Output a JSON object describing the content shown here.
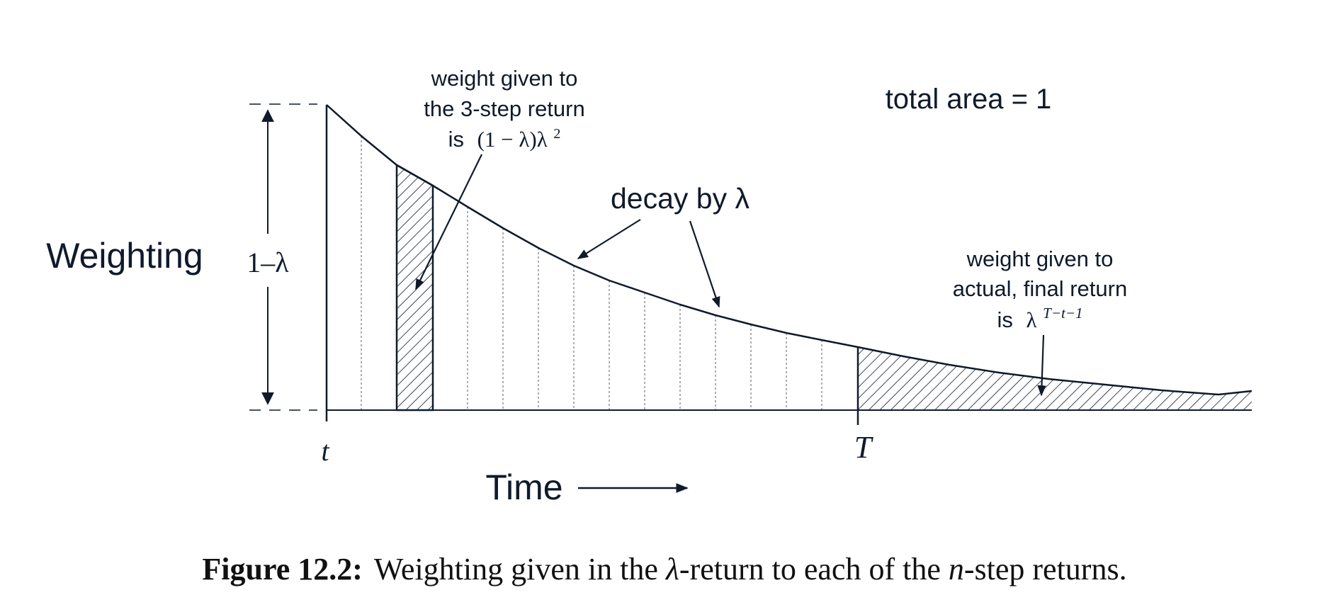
{
  "diagram": {
    "y_axis_title": "Weighting",
    "height_label": "1–λ",
    "start_tick": "t",
    "end_tick": "T",
    "x_axis_title": "Time",
    "total_area_note": "total area = 1",
    "decay_label": "decay by λ",
    "three_step_note": {
      "line1": "weight given to",
      "line2": "the 3-step return",
      "line3_prefix": "is",
      "line3_math": "(1 − λ)λ",
      "line3_sup": "2"
    },
    "final_note": {
      "line1": "weight given to",
      "line2": "actual, final return",
      "line3_prefix": "is",
      "line3_math": "λ",
      "line3_sup": "T−t−1"
    },
    "colors": {
      "ink": "#0f1a2b",
      "background": "#ffffff"
    }
  },
  "caption": {
    "label": "Figure 12.2:",
    "text_part1": "Weighting given in the ",
    "lambda": "λ",
    "text_part2": "-return to each of the ",
    "n": "n",
    "text_part3": "-step returns."
  }
}
